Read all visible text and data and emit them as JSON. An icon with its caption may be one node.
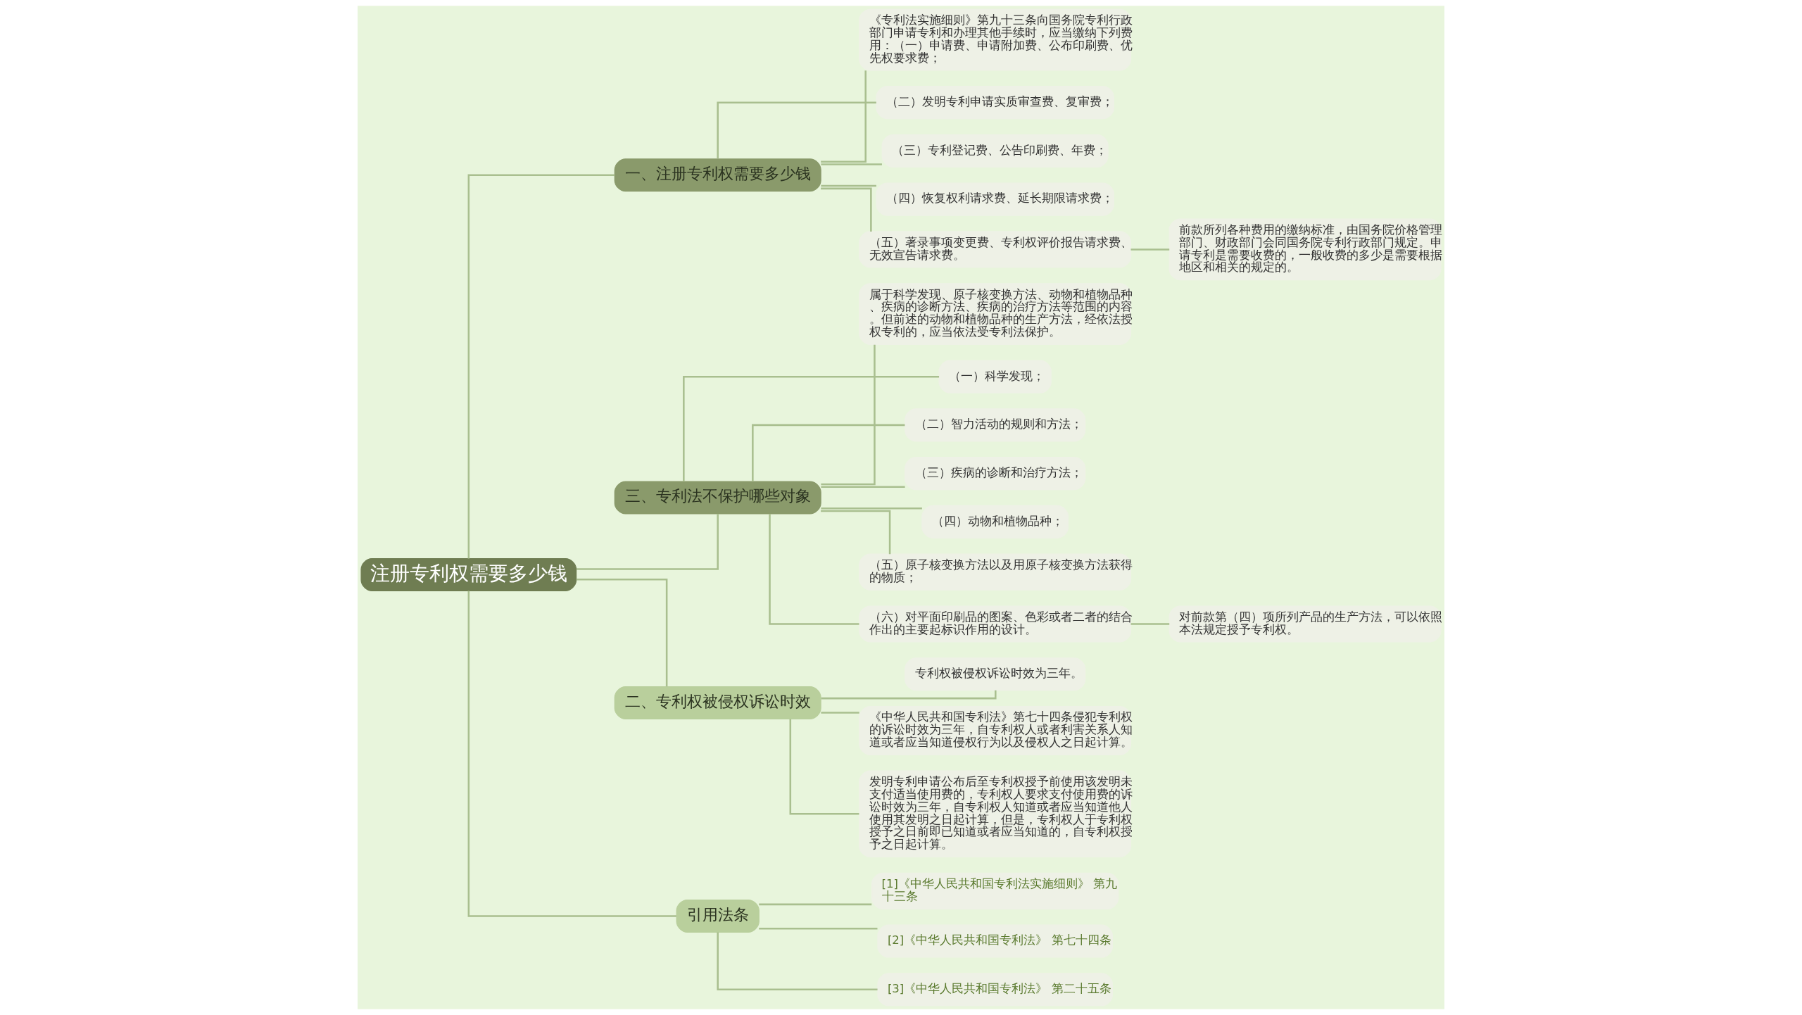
{
  "diagram": {
    "nodes": [
      {
        "text": [
          "注册专利权需要多少钱"
        ]
      },
      {
        "text": [
          "一、注册专利权需要多少钱"
        ]
      },
      {
        "text": [
          "《专利法实施细则》第九十三条向国务院专利行政部门申请专利和办理其他手续时，应当缴纳下列费用：（一）申请费、申请附加费、公布印刷费、优先权要求费；"
        ]
      },
      {
        "text": [
          "（二）发明专利申请实质审查费、复审费；"
        ]
      },
      {
        "text": [
          "（三）专利登记费、公告印刷费、年费；"
        ]
      },
      {
        "text": [
          "（四）恢复权利请求费、延长期限请求费；"
        ]
      },
      {
        "text": [
          "（五）著录事项变更费、专利权评价报告请求费、无效宣告请求费。"
        ]
      },
      {
        "text": [
          "前款所列各种费用的缴纳标准，由国务院价格管理部门、财政部门会同国务院专利行政部门规定。申请专利是需要收费的，一般收费的多少是需要根据地区和相关的规定的。"
        ]
      },
      {
        "text": [
          "三、专利法不保护哪些对象"
        ]
      },
      {
        "text": [
          "属于科学发现、原子核变换方法、动物和植物品种、疾病的诊断方法、疾病的治疗方法等范围的内容。但前述的动物和植物品种的生产方法，经依法授权专利的，应当依法受专利法保护。"
        ]
      },
      {
        "text": [
          "（一）科学发现；"
        ]
      },
      {
        "text": [
          "（二）智力活动的规则和方法；"
        ]
      },
      {
        "text": [
          "（三）疾病的诊断和治疗方法；"
        ]
      },
      {
        "text": [
          "（四）动物和植物品种；"
        ]
      },
      {
        "text": [
          "（五）原子核变换方法以及用原子核变换方法获得的物质；"
        ]
      },
      {
        "text": [
          "（六）对平面印刷品的图案、色彩或者二者的结合作出的主要起标识作用的设计。"
        ]
      },
      {
        "text": [
          "对前款第（四）项所列产品的生产方法，可以依照本法规定授予专利权。"
        ]
      },
      {
        "text": [
          "二、专利权被侵权诉讼时效"
        ]
      },
      {
        "text": [
          "专利权被侵权诉讼时效为三年。"
        ]
      },
      {
        "text": [
          "《中华人民共和国专利法》第七十四条侵犯专利权的诉讼时效为三年，自专利权人或者利害关系人知道或者应当知道侵权行为以及侵权人之日起计算。"
        ]
      },
      {
        "text": [
          "发明专利申请公布后至专利权授予前使用该发明未支付适当使用费的，专利权人要求支付使用费的诉讼时效为三年，自专利权人知道或者应当知道他人使用其发明之日起计算，但是，专利权人于专利权授予之日前即已知道或者应当知道的，自专利权授予之日起计算。"
        ]
      },
      {
        "text": [
          "引用法条"
        ]
      },
      {
        "text": [
          "[1]《中华人民共和国专利法实施细则》 第九十三条"
        ]
      },
      {
        "text": [
          "[2]《中华人民共和国专利法》 第七十四条"
        ]
      },
      {
        "text": [
          "[3]《中华人民共和国专利法》 第二十五条"
        ]
      }
    ],
    "edges": [
      {
        "from": 0,
        "to": 1,
        "arrow": "none"
      },
      {
        "from": 1,
        "to": 2,
        "arrow": "none"
      },
      {
        "from": 1,
        "to": 3,
        "arrow": "none"
      },
      {
        "from": 1,
        "to": 4,
        "arrow": "none"
      },
      {
        "from": 1,
        "to": 5,
        "arrow": "none"
      },
      {
        "from": 1,
        "to": 6,
        "arrow": "none"
      },
      {
        "from": 6,
        "to": 7,
        "arrow": "none"
      },
      {
        "from": 0,
        "to": 8,
        "arrow": "none"
      },
      {
        "from": 8,
        "to": 9,
        "arrow": "none"
      },
      {
        "from": 8,
        "to": 10,
        "arrow": "none"
      },
      {
        "from": 8,
        "to": 11,
        "arrow": "none"
      },
      {
        "from": 8,
        "to": 12,
        "arrow": "none"
      },
      {
        "from": 8,
        "to": 13,
        "arrow": "none"
      },
      {
        "from": 8,
        "to": 14,
        "arrow": "none"
      },
      {
        "from": 8,
        "to": 15,
        "arrow": "none"
      },
      {
        "from": 15,
        "to": 16,
        "arrow": "none"
      },
      {
        "from": 0,
        "to": 17,
        "arrow": "none"
      },
      {
        "from": 17,
        "to": 18,
        "arrow": "none"
      },
      {
        "from": 17,
        "to": 19,
        "arrow": "none"
      },
      {
        "from": 17,
        "to": 20,
        "arrow": "none"
      },
      {
        "from": 0,
        "to": 21,
        "arrow": "none"
      },
      {
        "from": 21,
        "to": 22,
        "arrow": "none"
      },
      {
        "from": 21,
        "to": 23,
        "arrow": "none"
      },
      {
        "from": 21,
        "to": 24,
        "arrow": "none"
      }
    ]
  }
}
